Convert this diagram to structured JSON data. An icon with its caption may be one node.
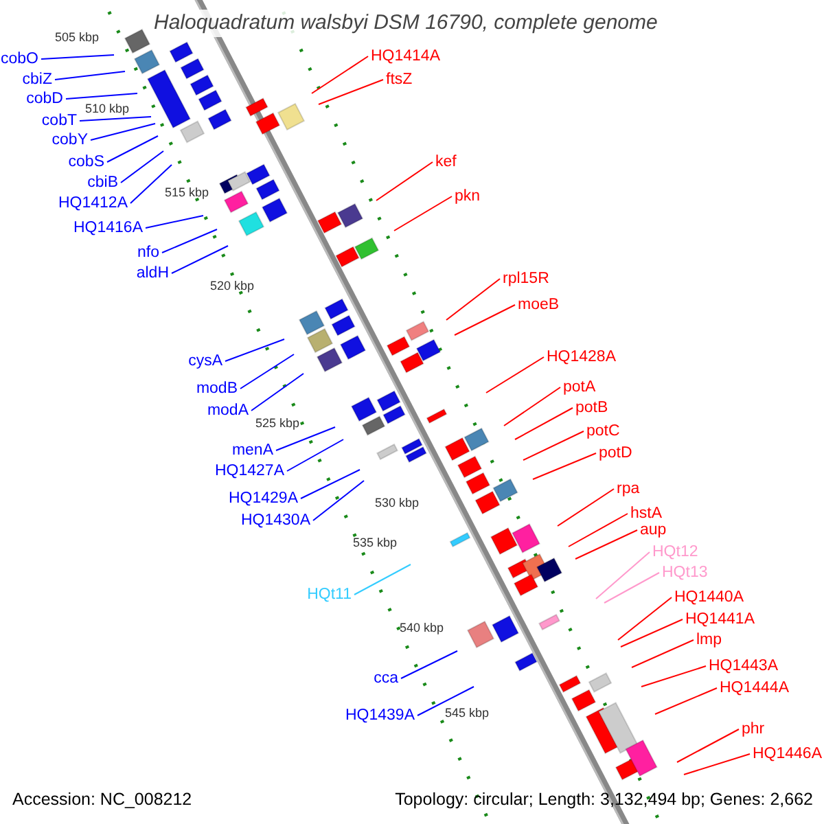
{
  "diagram": {
    "title": "Haloquadratum walsbyi DSM 16790, complete genome",
    "nodes": [
      {
        "text": [
          "cobO"
        ]
      },
      {
        "text": [
          "cbiZ"
        ]
      },
      {
        "text": [
          "cobD"
        ]
      },
      {
        "text": [
          "cobT"
        ]
      },
      {
        "text": [
          "cobY"
        ]
      },
      {
        "text": [
          "cobS"
        ]
      },
      {
        "text": [
          "cbiB"
        ]
      },
      {
        "text": [
          "HQ1412A"
        ]
      },
      {
        "text": [
          "HQ1416A"
        ]
      },
      {
        "text": [
          "nfo"
        ]
      },
      {
        "text": [
          "aldH"
        ]
      },
      {
        "text": [
          "cysA"
        ]
      },
      {
        "text": [
          "modB"
        ]
      },
      {
        "text": [
          "modA"
        ]
      },
      {
        "text": [
          "menA"
        ]
      },
      {
        "text": [
          "HQ1427A"
        ]
      },
      {
        "text": [
          "HQ1429A"
        ]
      },
      {
        "text": [
          "HQ1430A"
        ]
      },
      {
        "text": [
          "HQt11"
        ]
      },
      {
        "text": [
          "cca"
        ]
      },
      {
        "text": [
          "HQ1439A"
        ]
      },
      {
        "text": [
          "HQ1414A"
        ]
      },
      {
        "text": [
          "ftsZ"
        ]
      },
      {
        "text": [
          "kef"
        ]
      },
      {
        "text": [
          "pkn"
        ]
      },
      {
        "text": [
          "rpl15R"
        ]
      },
      {
        "text": [
          "moeB"
        ]
      },
      {
        "text": [
          "HQ1428A"
        ]
      },
      {
        "text": [
          "potA"
        ]
      },
      {
        "text": [
          "potB"
        ]
      },
      {
        "text": [
          "potC"
        ]
      },
      {
        "text": [
          "potD"
        ]
      },
      {
        "text": [
          "rpa"
        ]
      },
      {
        "text": [
          "hstA"
        ]
      },
      {
        "text": [
          "aup"
        ]
      },
      {
        "text": [
          "HQt12"
        ]
      },
      {
        "text": [
          "HQt13"
        ]
      },
      {
        "text": [
          "HQ1440A"
        ]
      },
      {
        "text": [
          "HQ1441A"
        ]
      },
      {
        "text": [
          "lmp"
        ]
      },
      {
        "text": [
          "HQ1443A"
        ]
      },
      {
        "text": [
          "HQ1444A"
        ]
      },
      {
        "text": [
          "phr"
        ]
      },
      {
        "text": [
          "HQ1446A"
        ]
      }
    ],
    "edges": [
      {
        "from": 0,
        "to": null,
        "arrow": "none",
        "color": "#0000ff"
      },
      {
        "from": 1,
        "to": null,
        "arrow": "none",
        "color": "#0000ff"
      },
      {
        "from": 2,
        "to": null,
        "arrow": "none",
        "color": "#0000ff"
      },
      {
        "from": 3,
        "to": null,
        "arrow": "none",
        "color": "#0000ff"
      },
      {
        "from": 4,
        "to": null,
        "arrow": "none",
        "color": "#0000ff"
      },
      {
        "from": 5,
        "to": null,
        "arrow": "none",
        "color": "#0000ff"
      },
      {
        "from": 6,
        "to": null,
        "arrow": "none",
        "color": "#0000ff"
      },
      {
        "from": 7,
        "to": null,
        "arrow": "none",
        "color": "#0000ff"
      },
      {
        "from": 8,
        "to": null,
        "arrow": "none",
        "color": "#0000ff"
      },
      {
        "from": 9,
        "to": null,
        "arrow": "none",
        "color": "#0000ff"
      },
      {
        "from": 10,
        "to": null,
        "arrow": "none",
        "color": "#0000ff"
      },
      {
        "from": 11,
        "to": null,
        "arrow": "none",
        "color": "#0000ff"
      },
      {
        "from": 12,
        "to": null,
        "arrow": "none",
        "color": "#0000ff"
      },
      {
        "from": 13,
        "to": null,
        "arrow": "none",
        "color": "#0000ff"
      },
      {
        "from": 14,
        "to": null,
        "arrow": "none",
        "color": "#0000ff"
      },
      {
        "from": 15,
        "to": null,
        "arrow": "none",
        "color": "#0000ff"
      },
      {
        "from": 16,
        "to": null,
        "arrow": "none",
        "color": "#0000ff"
      },
      {
        "from": 17,
        "to": null,
        "arrow": "none",
        "color": "#0000ff"
      },
      {
        "from": 18,
        "to": null,
        "arrow": "none",
        "color": "#33ccff"
      },
      {
        "from": 19,
        "to": null,
        "arrow": "none",
        "color": "#0000ff"
      },
      {
        "from": 20,
        "to": null,
        "arrow": "none",
        "color": "#0000ff"
      },
      {
        "from": 21,
        "to": null,
        "arrow": "none"
      },
      {
        "from": 22,
        "to": null,
        "arrow": "none"
      },
      {
        "from": 23,
        "to": null,
        "arrow": "none"
      },
      {
        "from": 24,
        "to": null,
        "arrow": "none"
      },
      {
        "from": 25,
        "to": null,
        "arrow": "none"
      },
      {
        "from": 26,
        "to": null,
        "arrow": "none"
      },
      {
        "from": 27,
        "to": null,
        "arrow": "none"
      },
      {
        "from": 28,
        "to": null,
        "arrow": "none"
      },
      {
        "from": 29,
        "to": null,
        "arrow": "none"
      },
      {
        "from": 30,
        "to": null,
        "arrow": "none"
      },
      {
        "from": 31,
        "to": null,
        "arrow": "none"
      },
      {
        "from": 32,
        "to": null,
        "arrow": "none"
      },
      {
        "from": 33,
        "to": null,
        "arrow": "none"
      },
      {
        "from": 34,
        "to": null,
        "arrow": "none"
      },
      {
        "from": 35,
        "to": null,
        "arrow": "none",
        "color": "#ff99cc"
      },
      {
        "from": 36,
        "to": null,
        "arrow": "none",
        "color": "#ff99cc"
      },
      {
        "from": 37,
        "to": null,
        "arrow": "none"
      },
      {
        "from": 38,
        "to": null,
        "arrow": "none"
      },
      {
        "from": 39,
        "to": null,
        "arrow": "none"
      },
      {
        "from": 40,
        "to": null,
        "arrow": "none"
      },
      {
        "from": 41,
        "to": null,
        "arrow": "none"
      },
      {
        "from": 42,
        "to": null,
        "arrow": "none"
      },
      {
        "from": 43,
        "to": null,
        "arrow": "none"
      }
    ],
    "labels": [
      "505 kbp",
      "510 kbp",
      "515 kbp",
      "520 kbp",
      "525 kbp",
      "530 kbp",
      "535 kbp",
      "540 kbp",
      "545 kbp",
      "Accession: NC_008212",
      "Topology: circular; Length: 3,132,494 bp; Genes: 2,662"
    ]
  }
}
